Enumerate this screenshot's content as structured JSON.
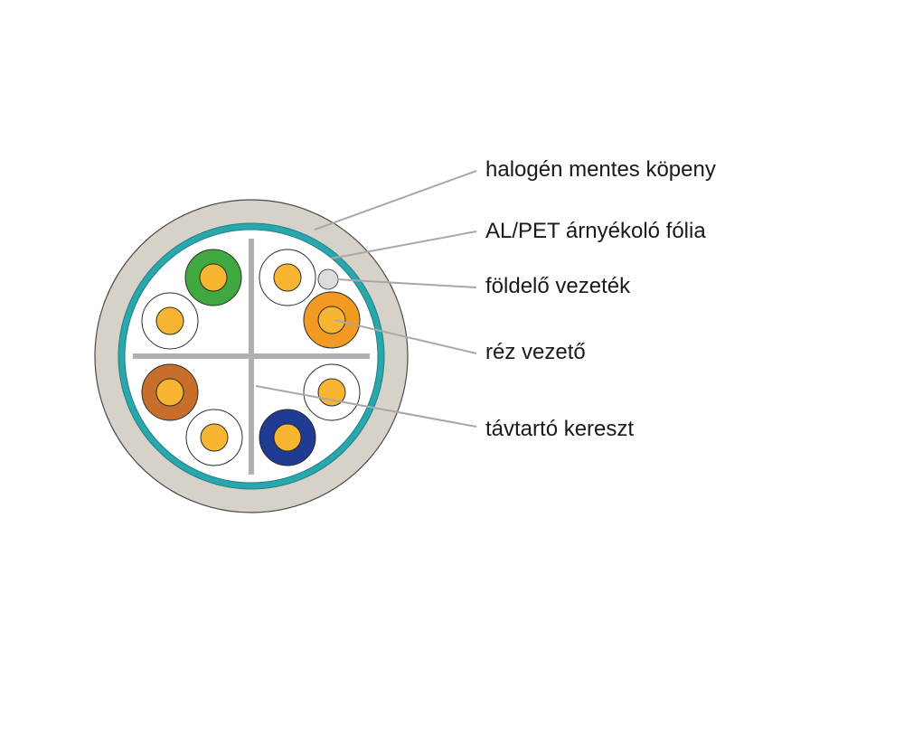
{
  "labels": {
    "jacket": "halogén mentes köpeny",
    "foil": "AL/PET árnyékoló fólia",
    "drain_wire": "földelő vezeték",
    "copper": "réz vezető",
    "separator": "távtartó kereszt"
  },
  "colors": {
    "jacket": "#d6d2c8",
    "foil": "#2aa6ad",
    "copper": "#f7b531",
    "leader_line": "#a8a8a8",
    "separator": "#b0b0b0",
    "pair_green": "#3fa93f",
    "pair_orange": "#f39a23",
    "pair_brown": "#c86e2b",
    "pair_blue": "#1f3b94",
    "drain_wire": "#dcdcdc"
  }
}
